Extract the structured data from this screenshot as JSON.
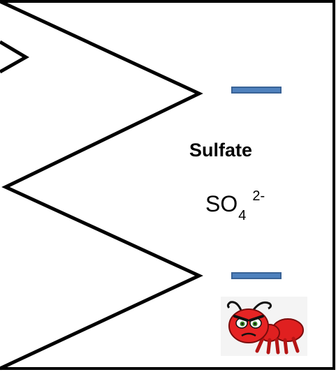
{
  "ion": {
    "name": "Sulfate",
    "formula_base": "SO",
    "formula_subscript": "4",
    "formula_charge": "2-"
  },
  "charge_markers": [
    {
      "symbol": "minus",
      "color": "#4f81bd"
    },
    {
      "symbol": "minus",
      "color": "#4f81bd"
    }
  ],
  "mascot": {
    "icon": "angry-red-ant-icon",
    "color": "#e02020"
  },
  "frame": {
    "stroke": "#000000",
    "background": "#ffffff"
  }
}
